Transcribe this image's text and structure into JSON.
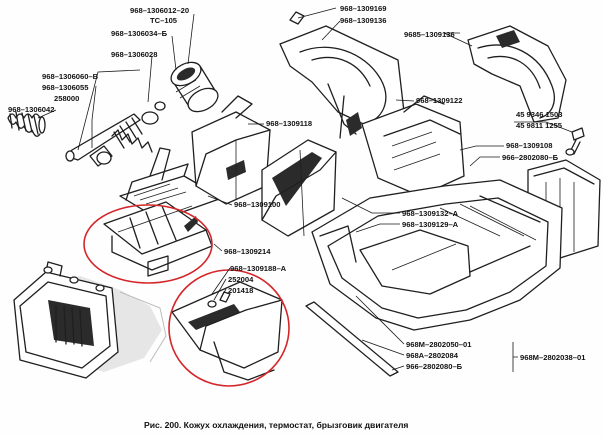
{
  "figure": {
    "caption": "Рис. 200. Кожух охлаждения, термостат, брызговик двигателя"
  },
  "callouts": [
    "968–1306012–20",
    "ТС–105",
    "968–1306034–Б",
    "968–1306028",
    "968–1306060–В",
    "968–1306055",
    "258000",
    "968–1306042",
    "968–1309169",
    "968–1309136",
    "9685–1309136",
    "968–1309122",
    "968–1309118",
    "45 9346 1503",
    "45 9811 1255",
    "968–1309108",
    "966–2802080–Б",
    "968–1309100",
    "968–1309132–А",
    "968–1309129–А",
    "968–1309214",
    "968–1309188–А",
    "252004",
    "201418",
    "968М–2802050–01",
    "968А–2802084",
    "966–2802080–Б",
    "968М–2802038–01"
  ],
  "colors": {
    "line": "#1f1f1f",
    "highlight": "#d4262a",
    "background": "#fefefe"
  }
}
